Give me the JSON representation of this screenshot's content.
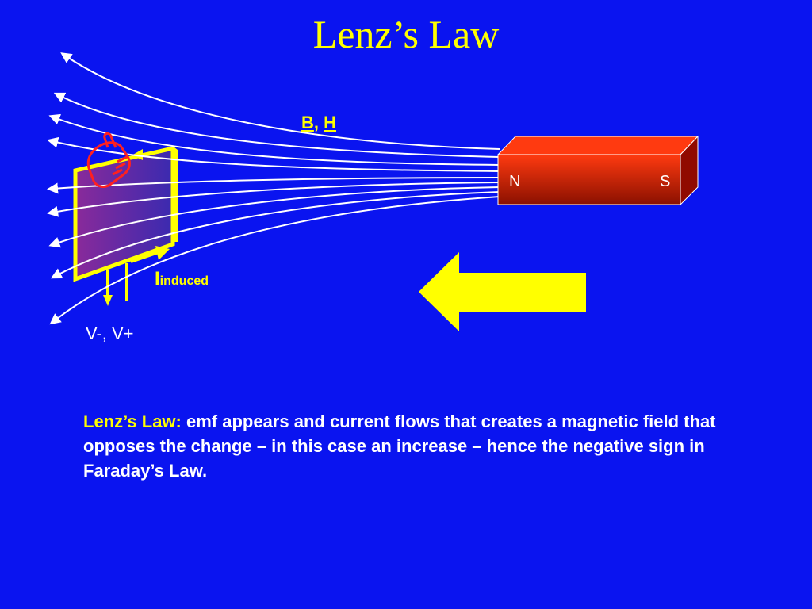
{
  "title": "Lenz’s Law",
  "field_label": {
    "b": "B",
    "sep": ", ",
    "h": "H"
  },
  "current_label": {
    "main": "I",
    "sub": "induced"
  },
  "voltage_label": "V-, V+",
  "magnet": {
    "north": "N",
    "south": "S",
    "top_color": "#ff3a10",
    "front_color": "#e03000"
  },
  "description": {
    "lead": "Lenz’s Law:",
    "body": " emf appears and current flows that creates a magnetic field that opposes the change – in this case an increase – hence the negative sign in Faraday’s Law."
  },
  "colors": {
    "background": "#0a14f0",
    "accent": "#ffff00",
    "text": "#ffffff"
  },
  "icons": [
    "hand-pointer-icon",
    "left-arrow-icon"
  ]
}
